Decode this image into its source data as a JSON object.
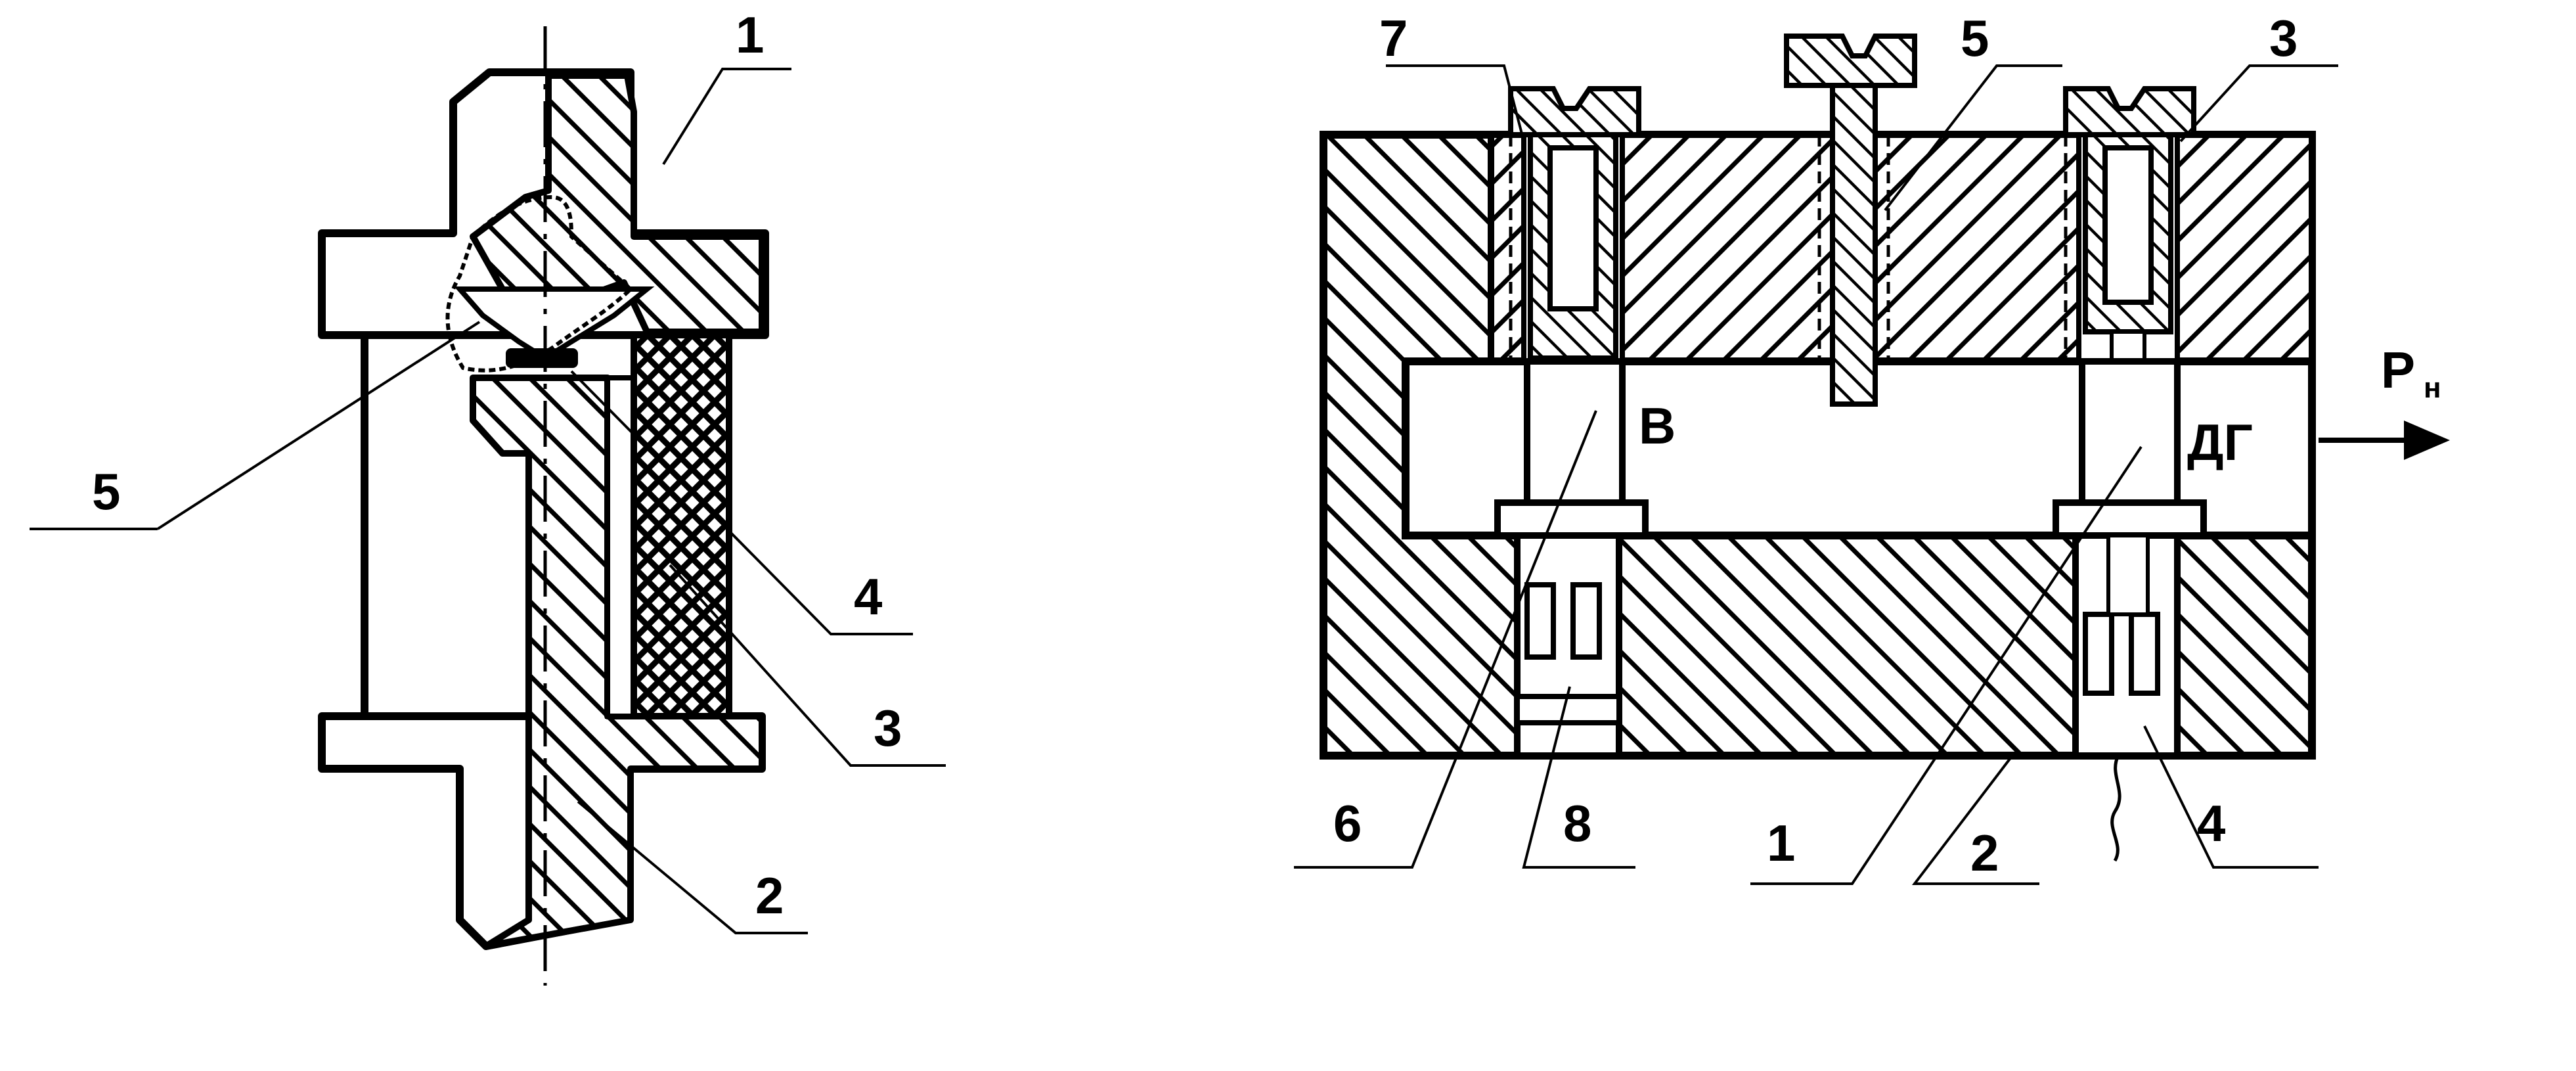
{
  "colors": {
    "ink": "#000000",
    "paper": "#ffffff"
  },
  "left_view": {
    "callouts": {
      "c1": "1",
      "c2": "2",
      "c3": "3",
      "c4": "4",
      "c5": "5"
    }
  },
  "right_view": {
    "callouts": {
      "c1": "1",
      "c2": "2",
      "c3": "3",
      "c4": "4",
      "c5": "5",
      "c6": "6",
      "c7": "7",
      "c8": "8"
    },
    "text": {
      "chamber_left": "В",
      "chamber_right": "ДГ",
      "pressure_main": "Р",
      "pressure_sub": "н"
    }
  }
}
